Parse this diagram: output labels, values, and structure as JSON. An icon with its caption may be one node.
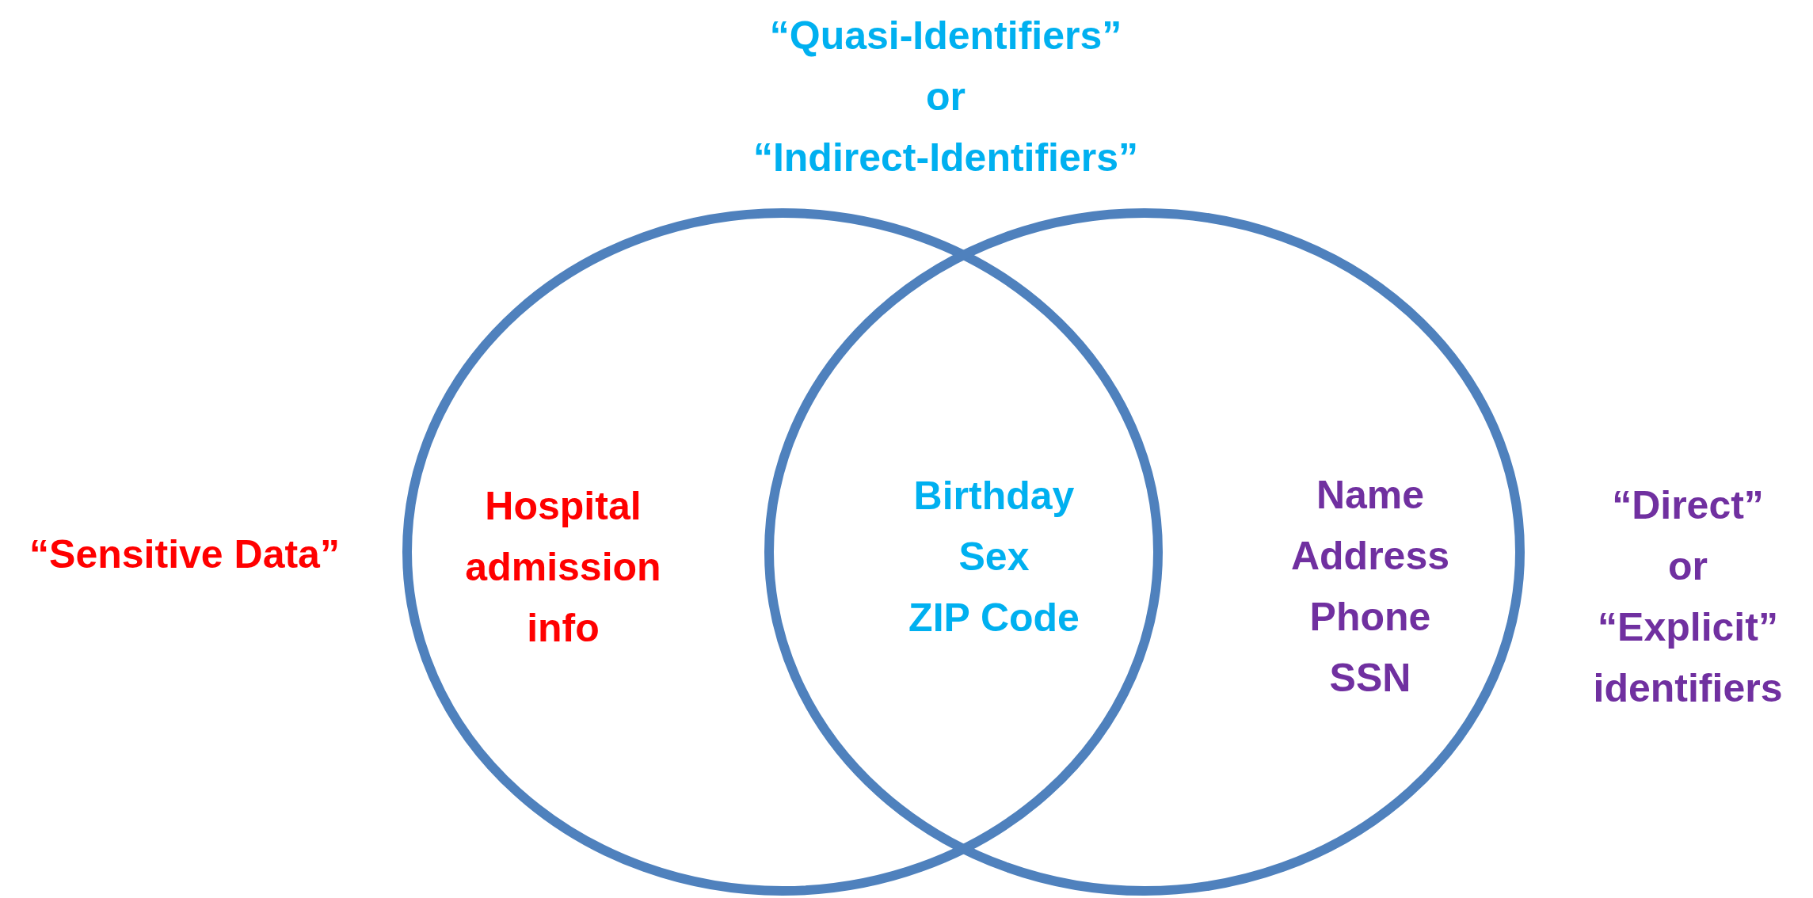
{
  "diagram": {
    "nodes": [
      {
        "text": [
          "Hospital admission info"
        ],
        "beside": [
          "“Sensitive Data”"
        ]
      },
      {
        "text": [
          "Name Address Phone SSN"
        ],
        "beside": [
          "“Direct” or “Explicit” identifiers"
        ]
      }
    ],
    "labels": [
      "“Quasi-Identifiers” or “Indirect-Identifiers”",
      "Birthday",
      "Sex",
      "ZIP Code"
    ]
  }
}
